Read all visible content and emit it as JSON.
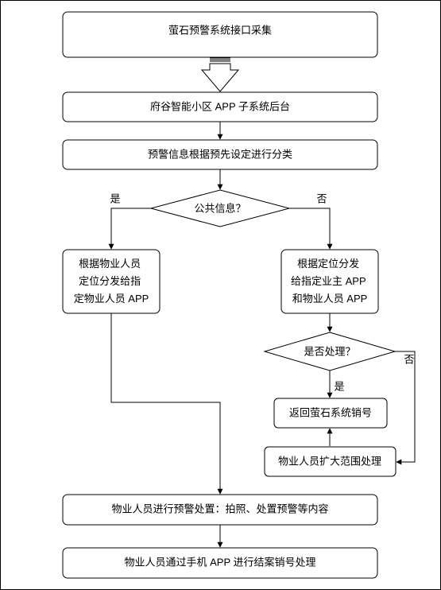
{
  "diagram": {
    "nodes": {
      "collect": "萤石预警系统接口采集",
      "backend": "府谷智能小区 APP 子系统后台",
      "classify": "预警信息根据预先设定进行分类",
      "public_q": "公共信息？",
      "staff_dispatch": [
        "根据物业人员",
        "定位分发给指",
        "定物业人员 APP"
      ],
      "owner_dispatch": [
        "根据定位分发",
        "给指定业主 APP",
        "和物业人员 APP"
      ],
      "handled_q": "是否处理？",
      "return_cancel": "返回萤石系统销号",
      "expand": "物业人员扩大范围处理",
      "handle_alert": "物业人员进行预警处置：拍照、处置预警等内容",
      "close_case": "物业人员通过手机 APP 进行结案销号处理"
    },
    "edges": {
      "yes_left": "是",
      "no_right": "否",
      "yes_down": "是",
      "no_side": "否"
    }
  }
}
